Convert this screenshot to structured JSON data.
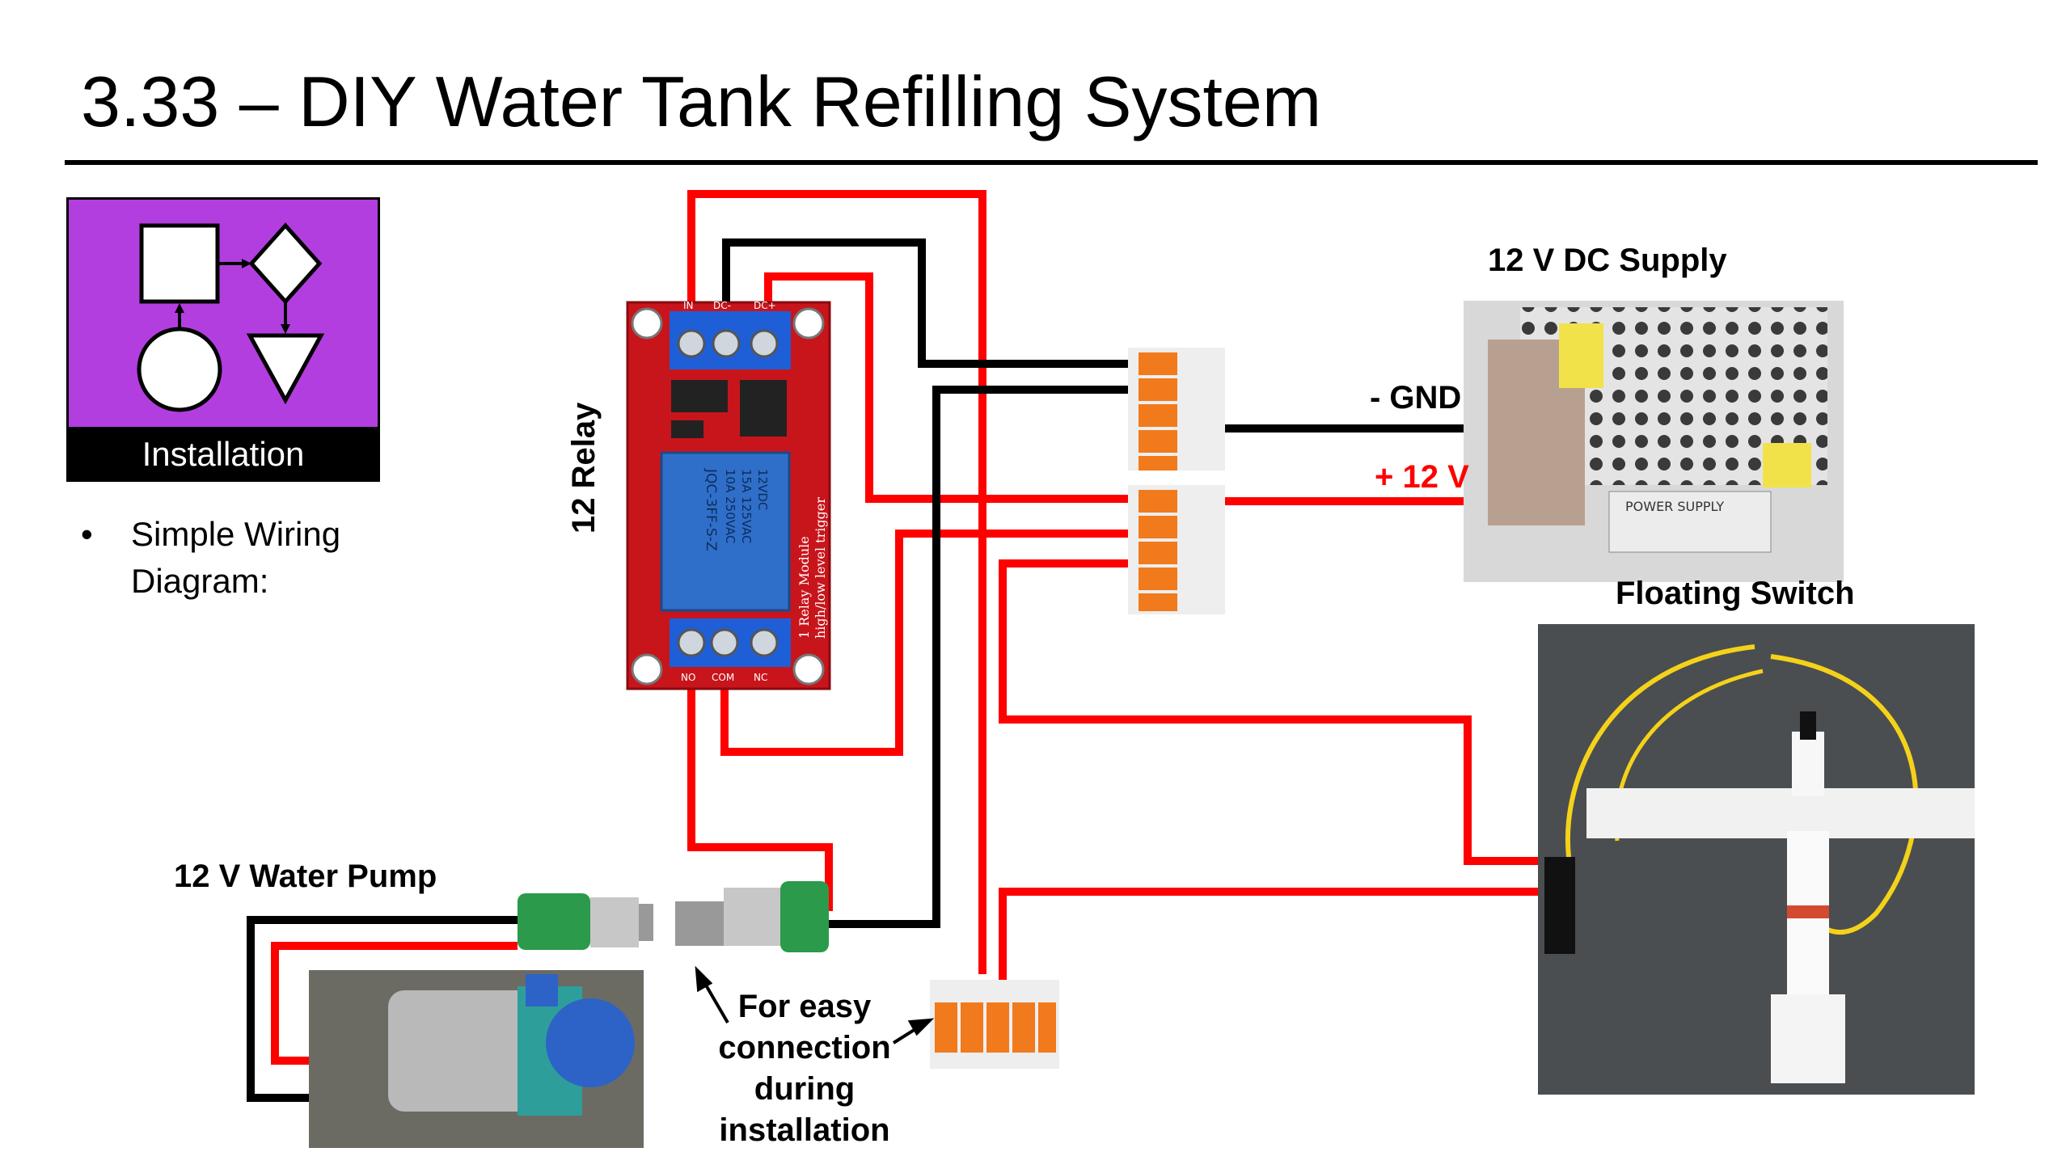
{
  "title": "3.33 – DIY Water Tank Refilling System",
  "sidebar": {
    "icon_label": "Installation",
    "bullet": "Simple Wiring Diagram:"
  },
  "labels": {
    "relay": "12 Relay",
    "dc_supply": "12 V DC Supply",
    "gnd": "- GND",
    "plus12": "+ 12 V",
    "floating_switch": "Floating Switch",
    "water_pump": "12 V Water Pump",
    "easy_connection": "For easy connection during installation"
  },
  "relay_board": {
    "top_terminals": [
      "IN",
      "DC-",
      "DC+"
    ],
    "bottom_terminals": [
      "NO",
      "COM",
      "NC"
    ],
    "relay_text": [
      "12VDC",
      "15A 125VAC",
      "10A 250VAC",
      "JQC-3FF-S-Z"
    ],
    "module_text": [
      "1 Relay Module",
      "high/low level trigger"
    ]
  },
  "power_supply_text": "POWER SUPPLY",
  "colors": {
    "wire_red": "#ff0000",
    "wire_black": "#000000",
    "icon_purple": "#b33ee0",
    "relay_board": "#c8151b",
    "relay_cube": "#2f6fc9",
    "terminal": "#1e5fd8",
    "connector_orange": "#f07a1c",
    "jack_green": "#2b9a4a"
  }
}
